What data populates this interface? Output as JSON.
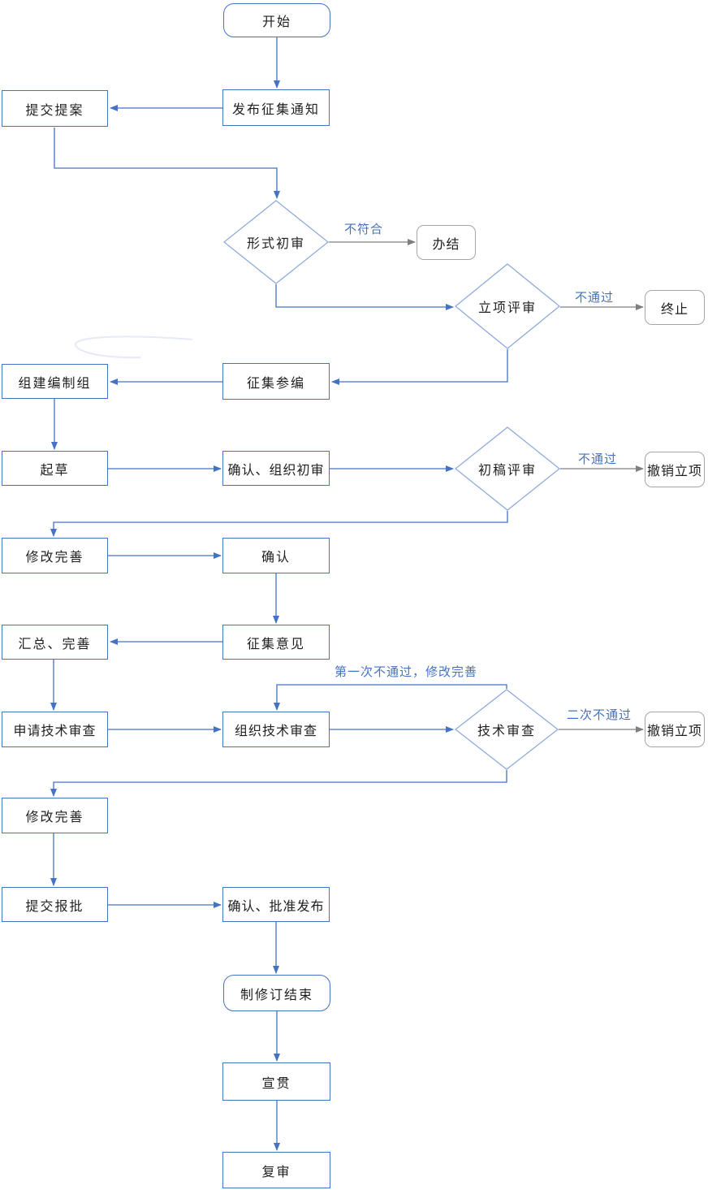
{
  "diagram": {
    "language": "zh-CN",
    "kind": "flowchart",
    "background": "#ffffff"
  },
  "colors": {
    "connector_blue": "#4472C4",
    "box_border_blue": "#4472C4",
    "diamond_border_blue": "#8FAADC",
    "gray_connector": "#7F7F7F",
    "gray_box_border": "#A6A6A6",
    "node_text": "#1f1f1f",
    "edge_label_text": "#4472C4"
  },
  "nodes": {
    "start": {
      "label": "开始",
      "shape": "terminator"
    },
    "publish_notice": {
      "label": "发布征集通知",
      "shape": "process"
    },
    "submit_proposal": {
      "label": "提交提案",
      "shape": "process"
    },
    "formal_review": {
      "label": "形式初审",
      "shape": "decision"
    },
    "close_case": {
      "label": "办结",
      "shape": "terminator-gray"
    },
    "project_review": {
      "label": "立项评审",
      "shape": "decision"
    },
    "terminate": {
      "label": "终止",
      "shape": "terminator-gray"
    },
    "recruit_participants": {
      "label": "征集参编",
      "shape": "process"
    },
    "form_drafting_group": {
      "label": "组建编制组",
      "shape": "process"
    },
    "draft": {
      "label": "起草",
      "shape": "process"
    },
    "confirm_initial_review": {
      "label": "确认、组织初审",
      "shape": "process"
    },
    "draft_review": {
      "label": "初稿评审",
      "shape": "decision"
    },
    "revoke_project_1": {
      "label": "撤销立项",
      "shape": "terminator-gray"
    },
    "revise_1": {
      "label": "修改完善",
      "shape": "process"
    },
    "confirm": {
      "label": "确认",
      "shape": "process"
    },
    "solicit_opinions": {
      "label": "征集意见",
      "shape": "process"
    },
    "summarize_improve": {
      "label": "汇总、完善",
      "shape": "process"
    },
    "apply_tech_review": {
      "label": "申请技术审查",
      "shape": "process"
    },
    "organize_tech_review": {
      "label": "组织技术审查",
      "shape": "process"
    },
    "tech_review": {
      "label": "技术审查",
      "shape": "decision"
    },
    "revoke_project_2": {
      "label": "撤销立项",
      "shape": "terminator-gray"
    },
    "revise_2": {
      "label": "修改完善",
      "shape": "process"
    },
    "submit_approval": {
      "label": "提交报批",
      "shape": "process"
    },
    "confirm_approve_publish": {
      "label": "确认、批准发布",
      "shape": "process"
    },
    "revision_end": {
      "label": "制修订结束",
      "shape": "terminator"
    },
    "promote": {
      "label": "宣贯",
      "shape": "process"
    },
    "final_review": {
      "label": "复审",
      "shape": "process"
    }
  },
  "edge_labels": {
    "not_conform": "不符合",
    "not_pass_project": "不通过",
    "not_pass_draft": "不通过",
    "first_fail_revise": "第一次不通过，修改完善",
    "second_fail": "二次不通过"
  }
}
